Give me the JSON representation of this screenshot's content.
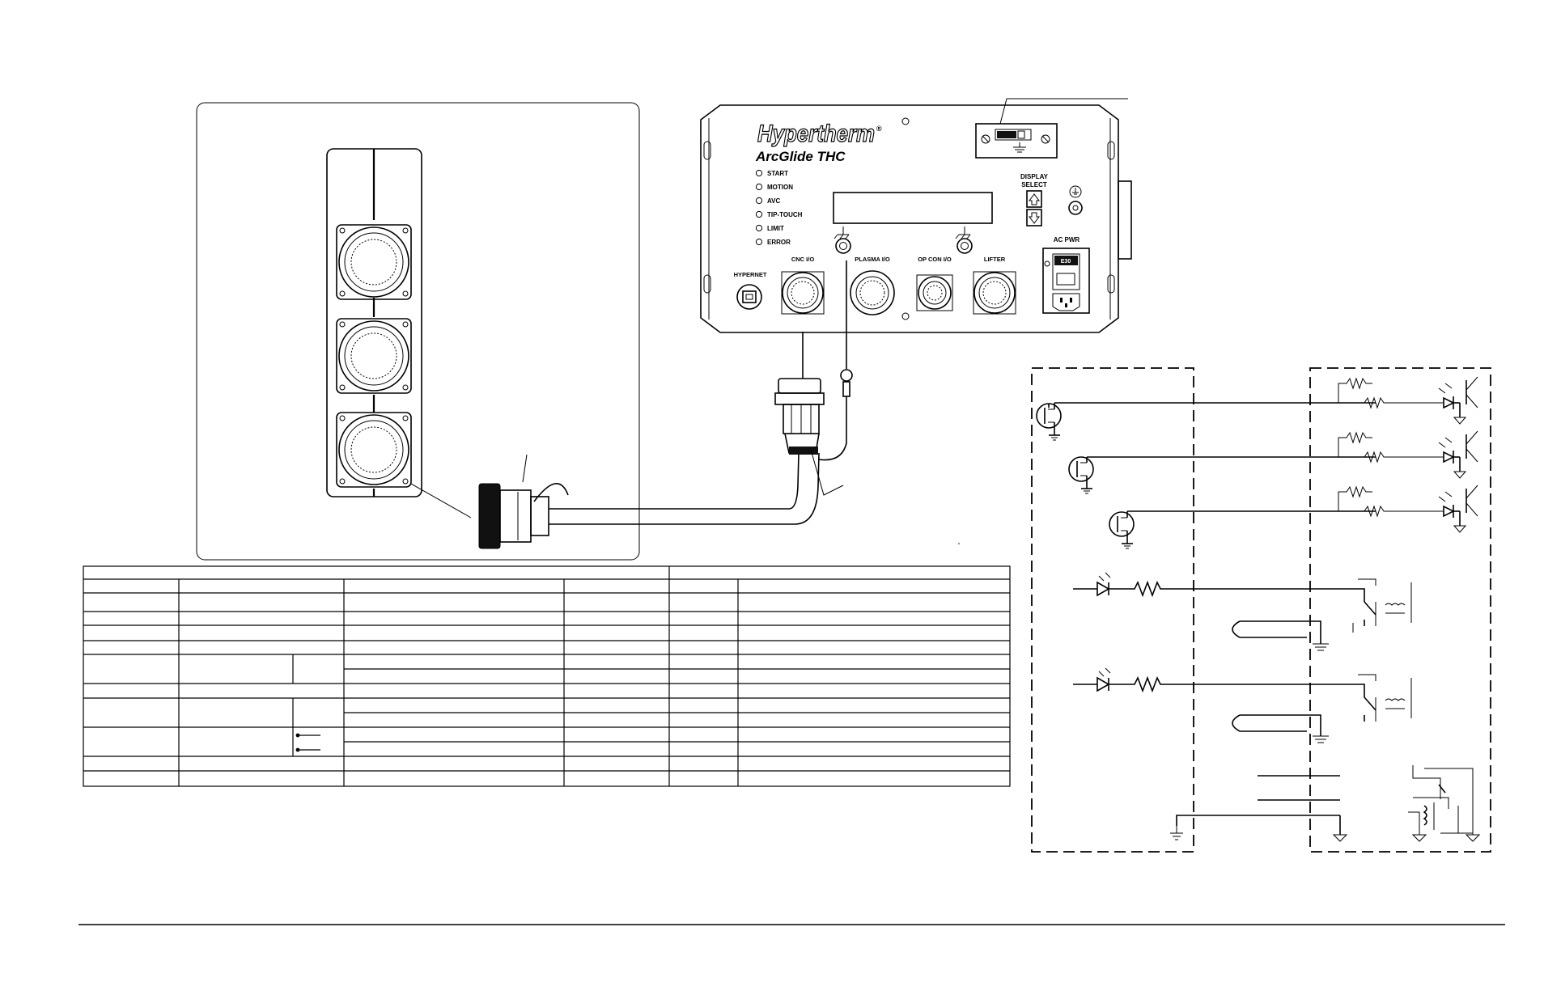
{
  "panel": {
    "brand": "Hypertherm",
    "registered_mark": "®",
    "model": "ArcGlide THC",
    "leds": [
      "START",
      "MOTION",
      "AVC",
      "TIP-TOUCH",
      "LIMIT",
      "ERROR"
    ],
    "display_select_line1": "DISPLAY",
    "display_select_line2": "SELECT",
    "ac_pwr": "AC PWR",
    "fuse": "E30",
    "ports": [
      "HYPERNET",
      "CNC I/O",
      "PLASMA I/O",
      "OP CON I/O",
      "LIFTER"
    ]
  },
  "table": {
    "rows": 15
  },
  "colors": {
    "line": "#000000",
    "frame": "#333333",
    "background": "#ffffff"
  }
}
